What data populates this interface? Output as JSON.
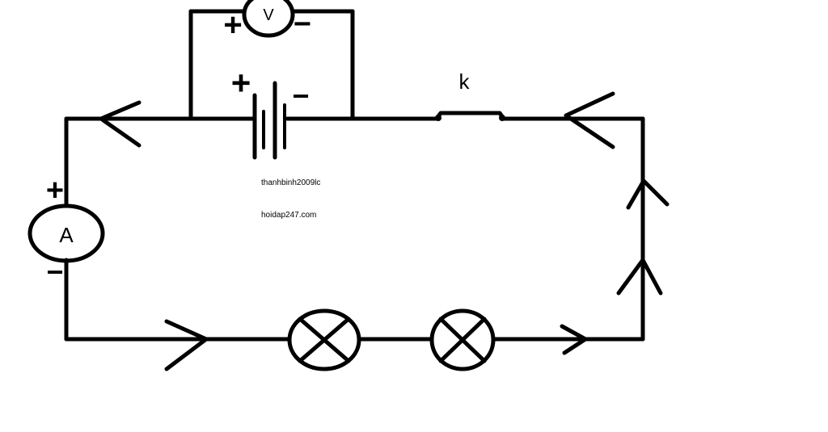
{
  "voltmeter": {
    "label": "V",
    "plus": "+",
    "minus": "−"
  },
  "battery": {
    "plus": "+",
    "minus": "−"
  },
  "ammeter": {
    "label": "A",
    "plus": "+",
    "minus": "−"
  },
  "switch": {
    "label": "k"
  },
  "watermarks": {
    "author": "thanhbinh2009lc",
    "site": "hoidap247.com"
  },
  "lamps": [
    {
      "id": 1
    },
    {
      "id": 2
    }
  ],
  "colors": {
    "line": "#000000",
    "background": "#ffffff"
  }
}
